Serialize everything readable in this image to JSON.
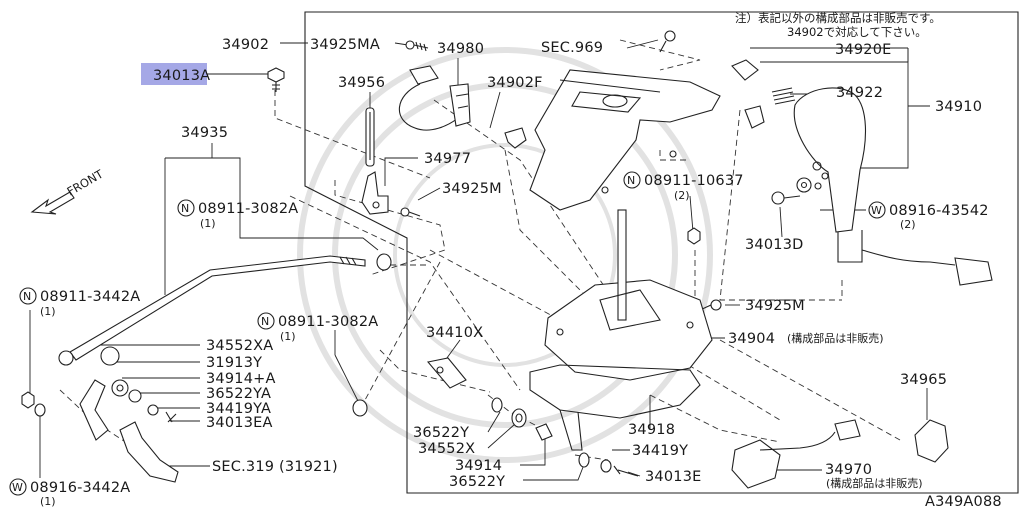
{
  "note": {
    "line1": "注）表記以外の構成部品は非販売です。",
    "line2": "34902で対応して下さい。"
  },
  "drawing_code": "A349A088",
  "front_arrow": "FRONT",
  "highlight_color": "#a5a8e6",
  "labels": {
    "l34902": "34902",
    "l34925MA": "34925MA",
    "l34980": "34980",
    "l34013A": "34013A",
    "l34956": "34956",
    "l34902F": "34902F",
    "lSEC969": "SEC.969",
    "l34920E": "34920E",
    "l34922": "34922",
    "l34910": "34910",
    "l34935": "34935",
    "l34977": "34977",
    "l34925M_1": "34925M",
    "l08911_10637": "08911-10637",
    "l08911_10637_q": "(2)",
    "l08916_43542": "08916-43542",
    "l08916_43542_q": "(2)",
    "l34013D": "34013D",
    "l08911_3082A_1": "08911-3082A",
    "l08911_3082A_1_q": "(1)",
    "l08911_3442A": "08911-3442A",
    "l08911_3442A_q": "(1)",
    "l34925M_2": "34925M",
    "l08911_3082A_2": "08911-3082A",
    "l08911_3082A_2_q": "(1)",
    "l34904": "34904",
    "l34904_note": "(構成部品は非販売)",
    "l34410X": "34410X",
    "l34552XA": "34552XA",
    "l31913Y": "31913Y",
    "l34914A": "34914+A",
    "l36522YA": "36522YA",
    "l34419YA": "34419YA",
    "l34013EA": "34013EA",
    "l34965": "34965",
    "l36522Y_1": "36522Y",
    "l34552X": "34552X",
    "l34918": "34918",
    "l34419Y": "34419Y",
    "l34914": "34914",
    "l34013E": "34013E",
    "l34970": "34970",
    "l34970_note": "(構成部品は非販売)",
    "l36522Y_2": "36522Y",
    "lSEC319": "SEC.319 (31921)",
    "l08916_3442A": "08916-3442A",
    "l08916_3442A_q": "(1)"
  }
}
